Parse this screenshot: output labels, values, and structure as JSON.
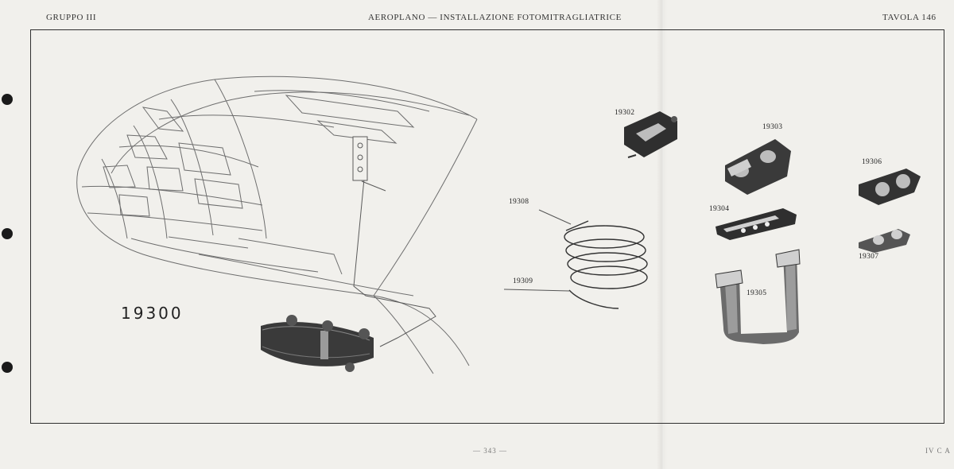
{
  "header": {
    "left": "GRUPPO III",
    "center": "AEROPLANO — INSTALLAZIONE FOTOMITRAGLIATRICE",
    "right": "TAVOLA 146"
  },
  "figure": {
    "main_label": "19300",
    "parts": [
      {
        "id": "19302"
      },
      {
        "id": "19303"
      },
      {
        "id": "19304"
      },
      {
        "id": "19305"
      },
      {
        "id": "19306"
      },
      {
        "id": "19307"
      },
      {
        "id": "19308"
      },
      {
        "id": "19309"
      }
    ]
  },
  "footer": {
    "page_number": "— 343 —",
    "right": "IV C A"
  },
  "colors": {
    "paper": "#f1f0ec",
    "ink": "#2b2b2b"
  }
}
